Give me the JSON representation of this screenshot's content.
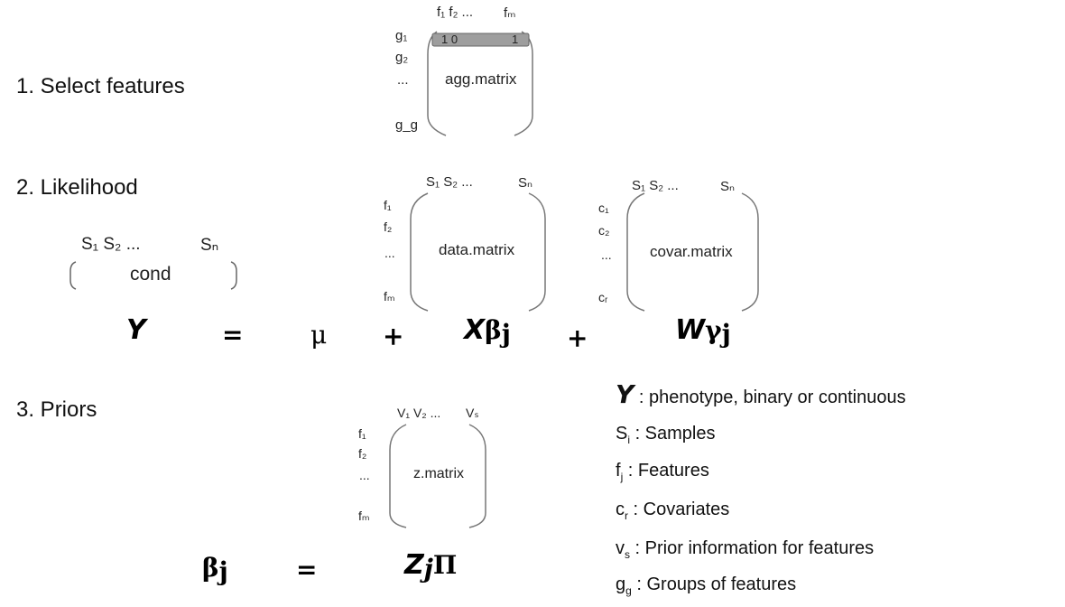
{
  "steps": {
    "step1": "1. Select features",
    "step2": "2. Likelihood",
    "step3": "3. Priors"
  },
  "agg": {
    "col_first": "f₁ f₂ ...",
    "col_last": "fₘ",
    "rows": [
      "g₁",
      "g₂",
      "...",
      "g_g"
    ],
    "row_values_first": "1 0",
    "row_values_last": "1",
    "name": "agg.matrix",
    "highlight_color": "#9e9e9e"
  },
  "cond": {
    "col_first": "S₁ S₂ ...",
    "col_last": "Sₙ",
    "name": "cond"
  },
  "data": {
    "col_first": "S₁ S₂ ...",
    "col_last": "Sₙ",
    "rows": [
      "f₁",
      "f₂",
      "...",
      "fₘ"
    ],
    "name": "data.matrix"
  },
  "covar": {
    "col_first": "S₁ S₂ ...",
    "col_last": "Sₙ",
    "rows": [
      "c₁",
      "c₂",
      "...",
      "cᵣ"
    ],
    "name": "covar.matrix"
  },
  "zmat": {
    "col_first": "V₁ V₂ ...",
    "col_last": "Vₛ",
    "rows": [
      "f₁",
      "f₂",
      "...",
      "fₘ"
    ],
    "name": "z.matrix"
  },
  "equation1": {
    "y": "Y",
    "eq": "=",
    "mu": "μ",
    "plus1": "+",
    "x": "X",
    "beta": "β",
    "beta_sub": "j",
    "plus2": "+",
    "w": "W",
    "gamma": "γ",
    "gamma_sub": "j"
  },
  "equation2": {
    "beta": "β",
    "beta_sub": "j",
    "eq": "=",
    "z": "Z",
    "z_sub": "j",
    "pi": "Π"
  },
  "legend": [
    {
      "sym": "Y",
      "sub": "",
      "text": " : phenotype, binary or continuous"
    },
    {
      "sym": "S",
      "sub": "i",
      "text": " : Samples"
    },
    {
      "sym": "f",
      "sub": "j",
      "text": " : Features"
    },
    {
      "sym": "c",
      "sub": "r",
      "text": " : Covariates"
    },
    {
      "sym": "v",
      "sub": "s",
      "text": " : Prior information for features"
    },
    {
      "sym": "g",
      "sub": "g",
      "text": " : Groups of features"
    }
  ],
  "colors": {
    "bracket": "#777777"
  }
}
